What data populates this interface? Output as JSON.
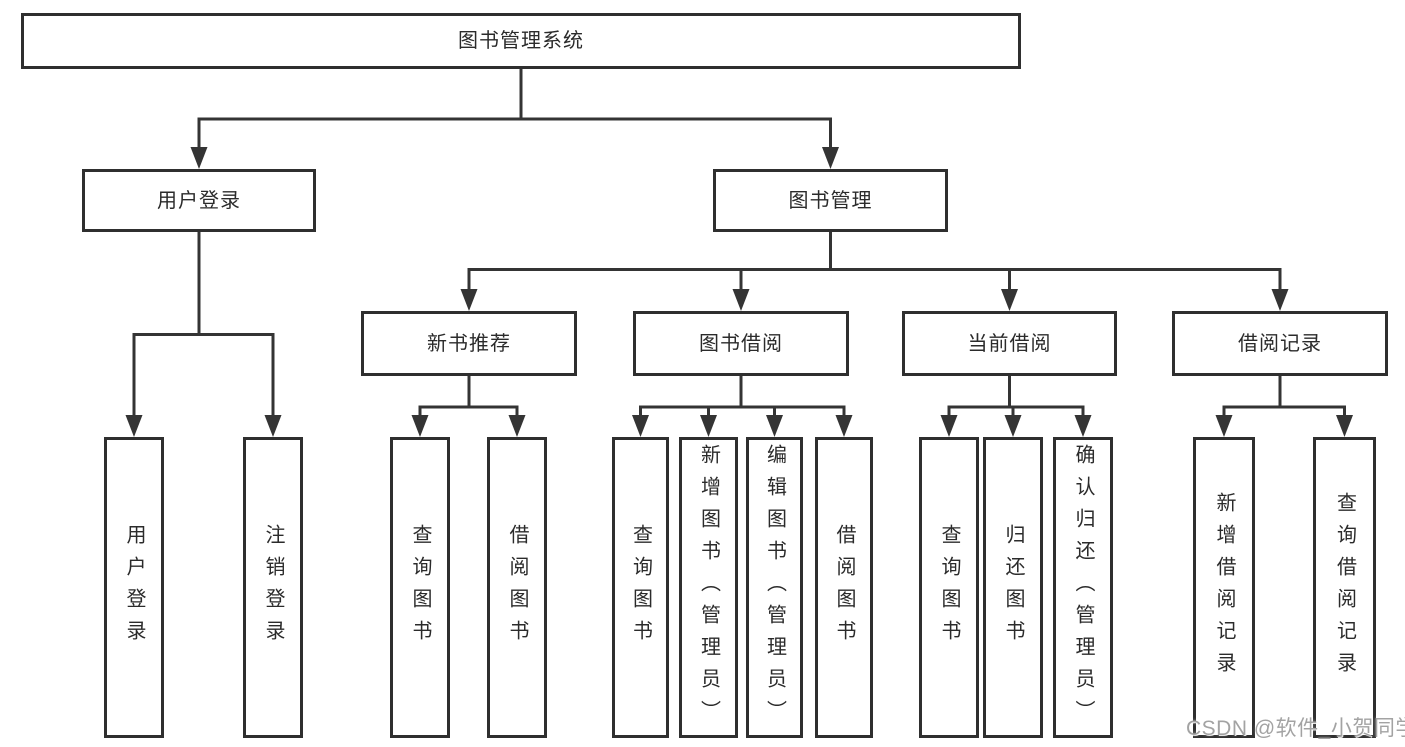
{
  "diagram": {
    "root": {
      "label": "图书管理系统"
    },
    "level2": [
      {
        "label": "用户登录"
      },
      {
        "label": "图书管理"
      }
    ],
    "level3": [
      {
        "label": "新书推荐"
      },
      {
        "label": "图书借阅"
      },
      {
        "label": "当前借阅"
      },
      {
        "label": "借阅记录"
      }
    ],
    "leaves": [
      {
        "label": "用户登录"
      },
      {
        "label": "注销登录"
      },
      {
        "label": "查询图书"
      },
      {
        "label": "借阅图书"
      },
      {
        "label": "查询图书"
      },
      {
        "label": "新增图书（管理员）"
      },
      {
        "label": "编辑图书（管理员）"
      },
      {
        "label": "借阅图书"
      },
      {
        "label": "查询图书"
      },
      {
        "label": "归还图书"
      },
      {
        "label": "确认归还（管理员）"
      },
      {
        "label": "新增借阅记录"
      },
      {
        "label": "查询借阅记录"
      }
    ],
    "watermark": "CSDN @软件_小贺同学",
    "colors": {
      "line": "#343434",
      "box_border": "#2f2f2f",
      "box_fill": "#ffffff",
      "text": "#2b2b2b",
      "watermark": "#a3a3a3",
      "background": "#ffffff"
    }
  }
}
